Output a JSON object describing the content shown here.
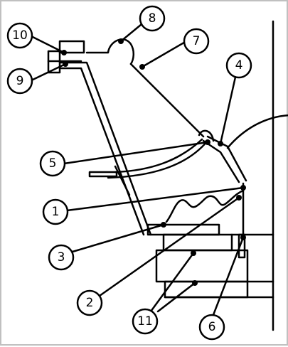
{
  "diagram": {
    "colors": {
      "ink": "#000000",
      "background": "#ffffff",
      "border": "#c0c0c0"
    },
    "callouts": [
      {
        "id": "c1",
        "label": "1"
      },
      {
        "id": "c2",
        "label": "2"
      },
      {
        "id": "c3",
        "label": "3"
      },
      {
        "id": "c4",
        "label": "4"
      },
      {
        "id": "c5",
        "label": "5"
      },
      {
        "id": "c6",
        "label": "6"
      },
      {
        "id": "c7",
        "label": "7"
      },
      {
        "id": "c8",
        "label": "8"
      },
      {
        "id": "c9",
        "label": "9"
      },
      {
        "id": "c10",
        "label": "10"
      },
      {
        "id": "c11",
        "label": "11"
      }
    ]
  }
}
